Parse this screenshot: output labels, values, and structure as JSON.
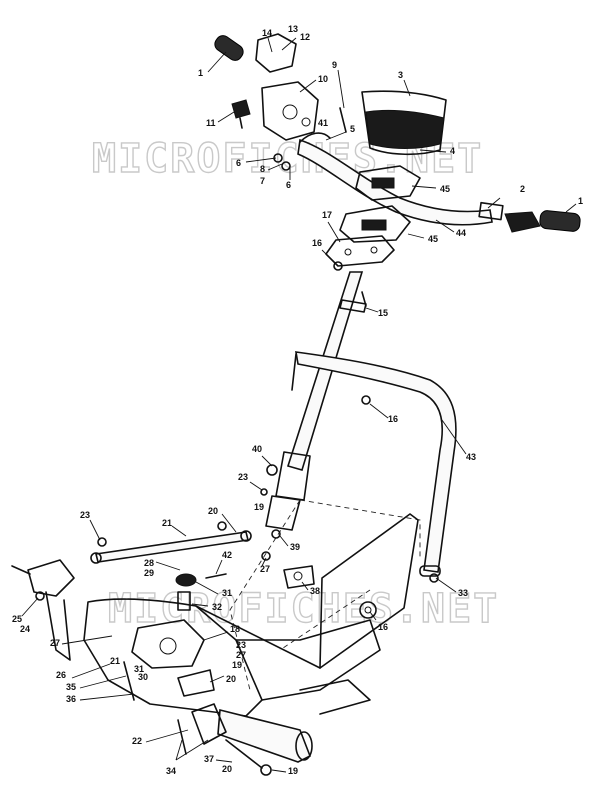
{
  "watermarks": [
    {
      "text": "MICROFICHES.NET"
    },
    {
      "text": "MICROFICHES.NET"
    }
  ],
  "callouts": [
    "1",
    "14",
    "13",
    "12",
    "10",
    "9",
    "3",
    "11",
    "5",
    "6",
    "8",
    "7",
    "6",
    "41",
    "4",
    "45",
    "2",
    "1",
    "17",
    "45",
    "44",
    "16",
    "15",
    "16",
    "43",
    "40",
    "23",
    "19",
    "20",
    "21",
    "23",
    "28",
    "29",
    "42",
    "27",
    "39",
    "31",
    "32",
    "38",
    "33",
    "16",
    "25",
    "24",
    "18",
    "27",
    "26",
    "23",
    "27",
    "21",
    "31",
    "30",
    "35",
    "36",
    "19",
    "20",
    "22",
    "34",
    "37",
    "20",
    "19"
  ]
}
